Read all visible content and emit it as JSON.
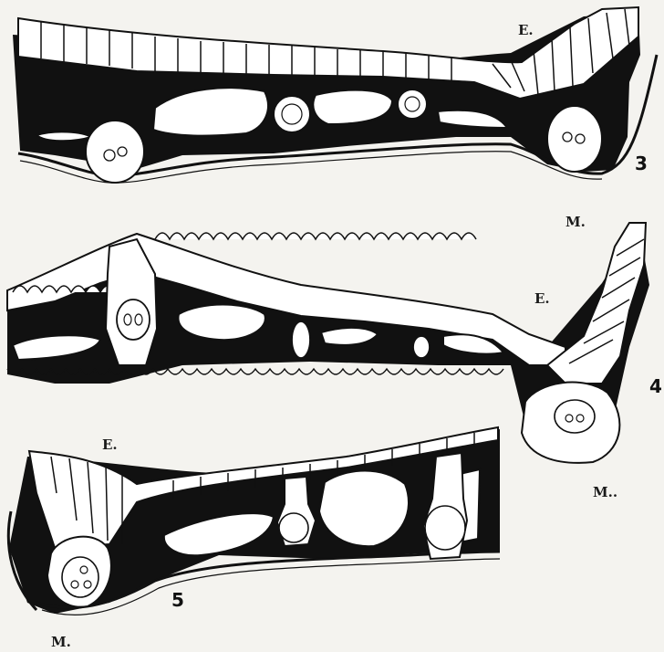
{
  "plate": {
    "background": "#f4f3ef",
    "ink": "#111111",
    "paper": "#ffffff",
    "figures": [
      {
        "number": "3",
        "epidermis_label": "E.",
        "mesophyll_label": "M."
      },
      {
        "number": "4",
        "epidermis_label": "E.",
        "mesophyll_label": "M.."
      },
      {
        "number": "5",
        "epidermis_label": "E.",
        "mesophyll_label": "M."
      }
    ]
  }
}
